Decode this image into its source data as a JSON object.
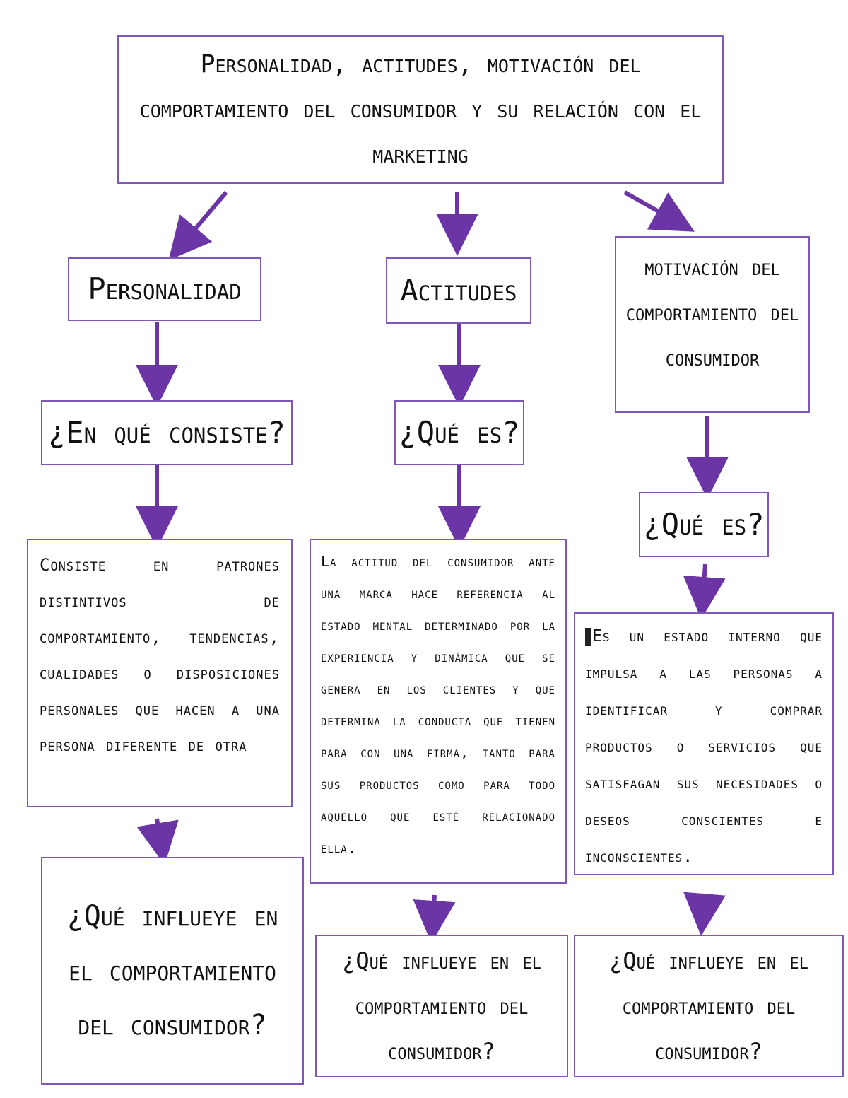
{
  "title": "Personalidad, actitudes, motivación del comportamiento del consumidor y su relación con el marketing",
  "columns": [
    {
      "heading": "Personalidad",
      "question": "¿En qué consiste?",
      "answer": "Consiste en patrones distintivos de comportamiento, tendencias, cualidades o disposiciones personales que hacen a una persona diferente de otra",
      "influence": "¿Qué influeye en el comportamiento del consumidor?"
    },
    {
      "heading": "Actitudes",
      "question": "¿Qué es?",
      "answer": "La actitud del consumidor ante una marca hace referencia al estado mental determinado por la experiencia y dinámica que se genera en los clientes y que determina la conducta que tienen para con una firma, tanto para sus productos como para todo aquello que esté relacionado ella.",
      "influence": "¿Qué influeye en el comportamiento del consumidor?"
    },
    {
      "heading": "motivación del comportamiento del consumidor",
      "question": "¿Qué es?",
      "answer": "Es un estado interno que impulsa a las personas a identificar y comprar productos o servicios que satisfagan sus necesidades o deseos conscientes e inconscientes.",
      "influence": "¿Qué influeye en el comportamiento del consumidor?"
    }
  ],
  "colors": {
    "border": "#7e57b8",
    "arrow": "#6b35a6",
    "text": "#111111"
  }
}
